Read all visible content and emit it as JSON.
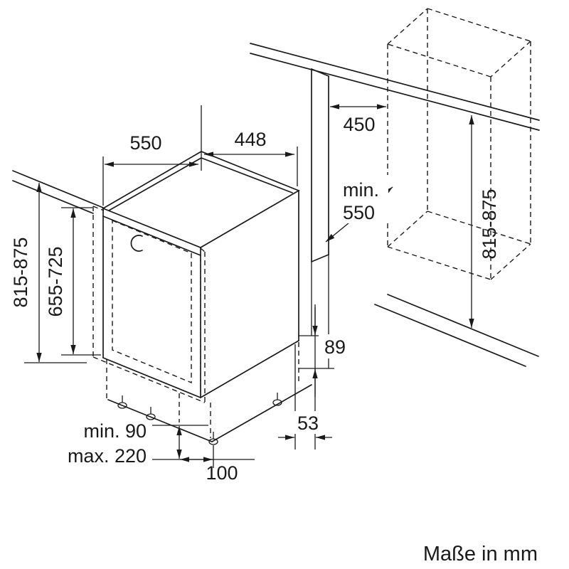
{
  "diagram": {
    "title": "built-in-dishwasher-installation-drawing",
    "units_note": "Maße in mm",
    "labels": {
      "appliance_depth": "550",
      "appliance_width": "448",
      "niche_width": "450",
      "niche_depth_line1": "min.",
      "niche_depth_line2": "550",
      "appliance_height_left": "815-875",
      "furniture_door_height": "655-725",
      "niche_height_right": "815-875",
      "rear_plinth_height": "89",
      "rear_foot_offset": "53",
      "front_foot_offset": "100",
      "plinth_clearance_min": "min. 90",
      "plinth_clearance_max": "max. 220"
    },
    "colors": {
      "line": "#1a1a1a",
      "background": "#ffffff"
    }
  }
}
